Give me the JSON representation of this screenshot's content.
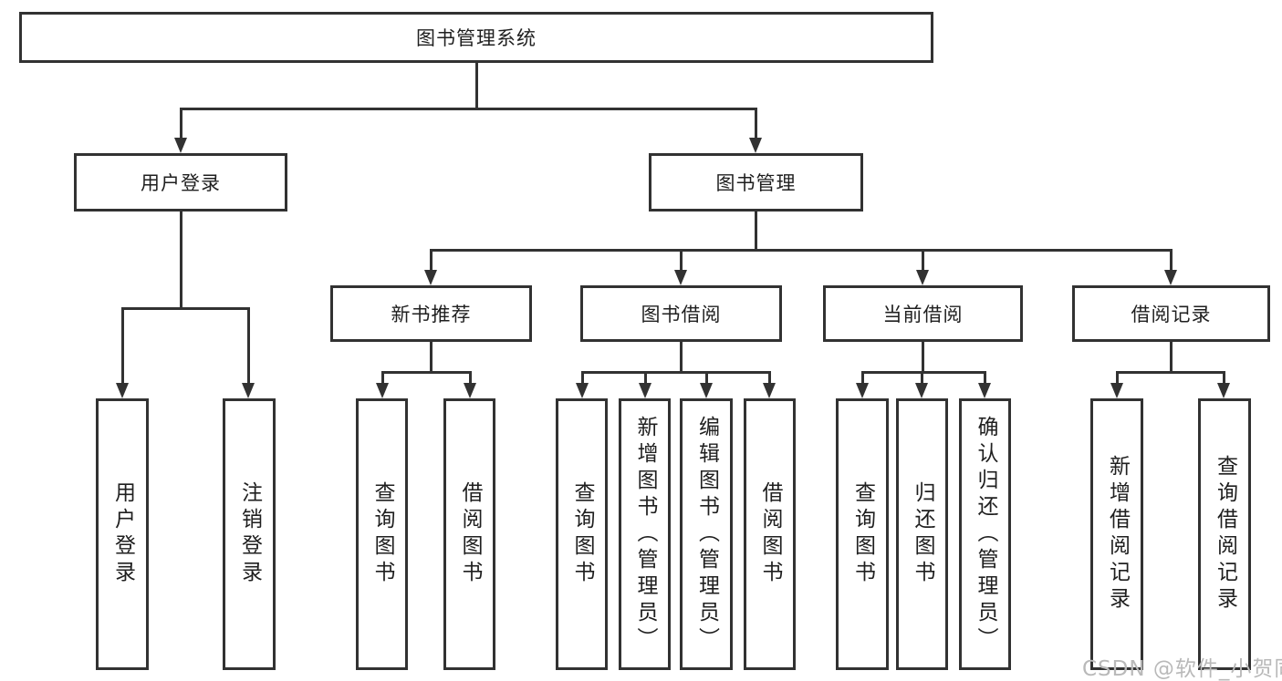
{
  "diagram_title": "图书管理系统",
  "tree": {
    "root": {
      "label": "图书管理系统"
    },
    "branches": [
      {
        "label": "用户登录",
        "leaves": [
          {
            "label": "用户登录"
          },
          {
            "label": "注销登录"
          }
        ]
      },
      {
        "label": "图书管理",
        "groups": [
          {
            "label": "新书推荐",
            "leaves": [
              {
                "label": "查询图书"
              },
              {
                "label": "借阅图书"
              }
            ]
          },
          {
            "label": "图书借阅",
            "leaves": [
              {
                "label": "查询图书"
              },
              {
                "label": "新增图书（管理员）"
              },
              {
                "label": "编辑图书（管理员）"
              },
              {
                "label": "借阅图书"
              }
            ]
          },
          {
            "label": "当前借阅",
            "leaves": [
              {
                "label": "查询图书"
              },
              {
                "label": "归还图书"
              },
              {
                "label": "确认归还（管理员）"
              }
            ]
          },
          {
            "label": "借阅记录",
            "leaves": [
              {
                "label": "新增借阅记录"
              },
              {
                "label": "查询借阅记录"
              }
            ]
          }
        ]
      }
    ]
  },
  "watermark": {
    "text": "CSDN @软件_小贺同学"
  },
  "colors": {
    "line": "#323232",
    "text": "#1f1f1f",
    "background": "#ffffff",
    "watermark": "#b9b9b9"
  }
}
